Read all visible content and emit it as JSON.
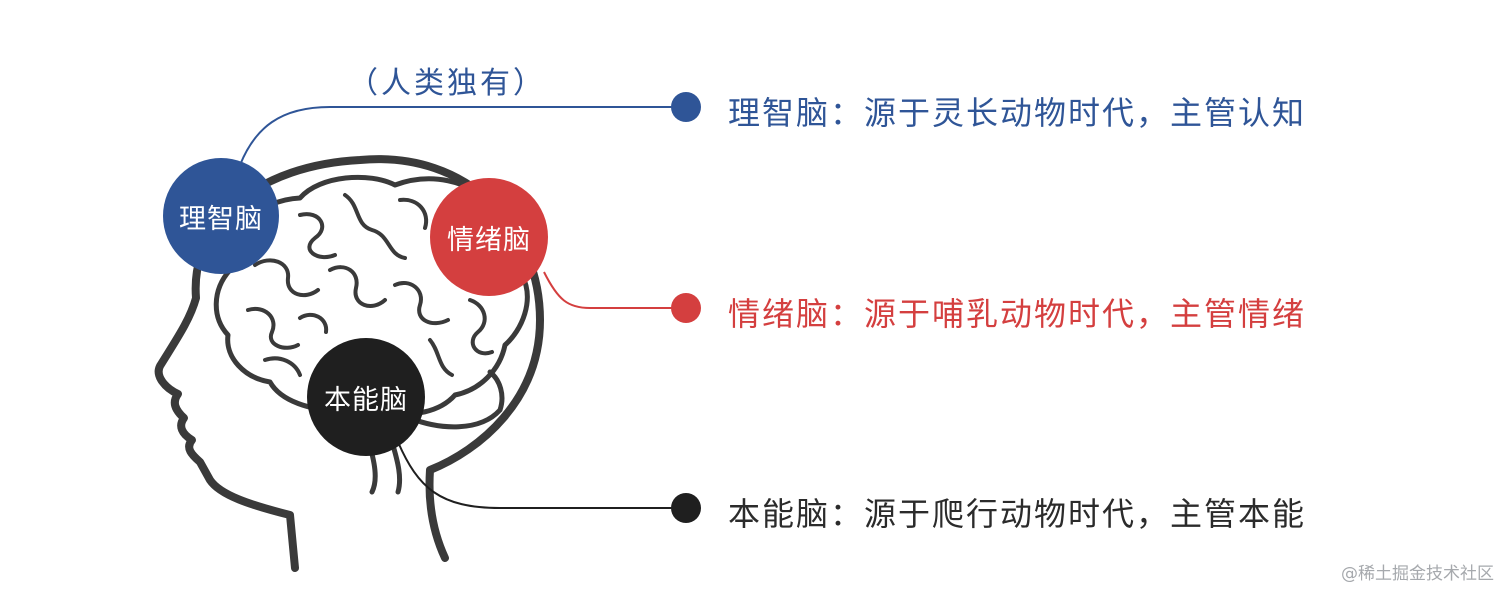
{
  "annotation": "（人类独有）",
  "colors": {
    "rational": "#2f5597",
    "emotional": "#d43f3f",
    "instinct": "#1f1f1f",
    "outline": "#3a3a3a"
  },
  "nodes": {
    "rational": {
      "label": "理智脑"
    },
    "emotional": {
      "label": "情绪脑"
    },
    "instinct": {
      "label": "本能脑"
    }
  },
  "labels": {
    "rational": "理智脑：源于灵长动物时代，主管认知",
    "emotional": "情绪脑：源于哺乳动物时代，主管情绪",
    "instinct": "本能脑：源于爬行动物时代，主管本能"
  },
  "watermark": "@稀土掘金技术社区"
}
